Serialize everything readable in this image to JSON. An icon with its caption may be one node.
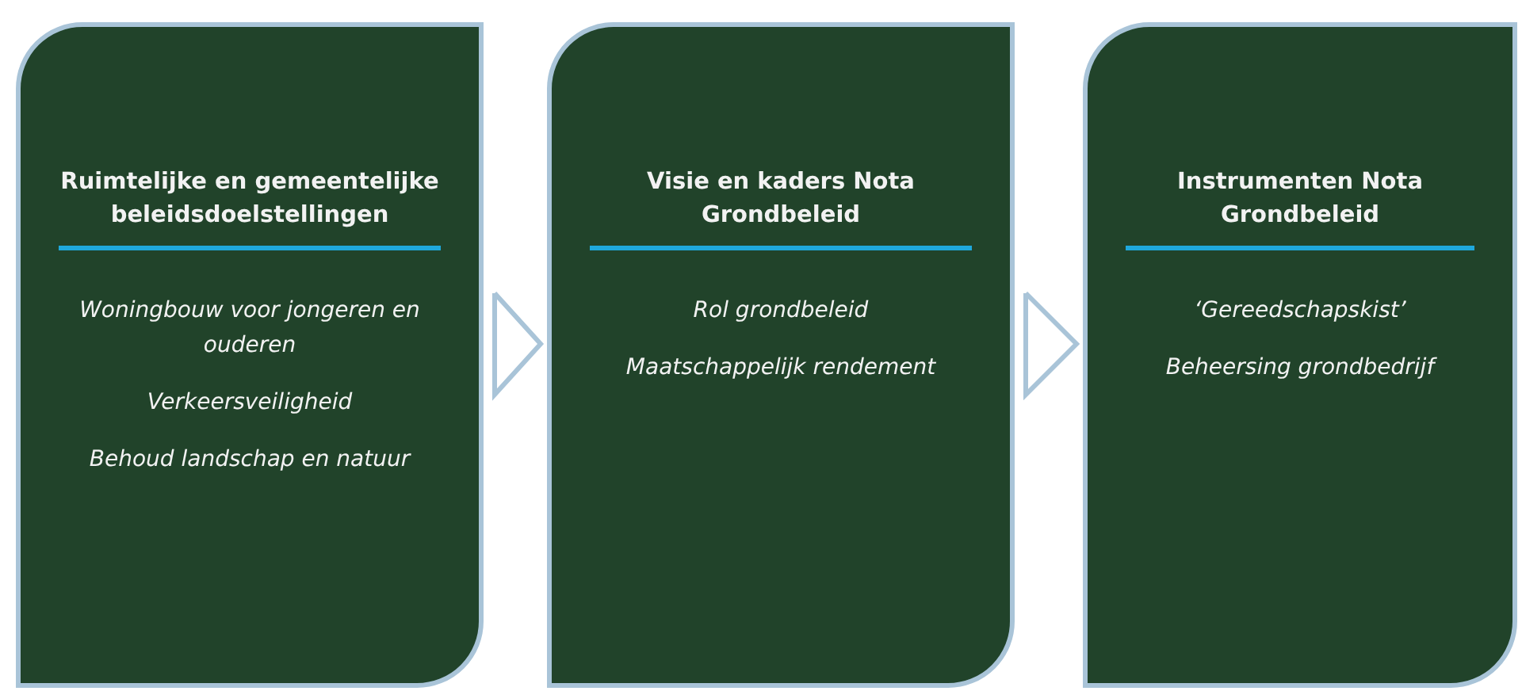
{
  "diagram": {
    "nodes": [
      {
        "text": [
          "Ruimtelijke en gemeentelijke beleidsdoelstellingen",
          "Woningbouw voor jongeren en ouderen",
          "Verkeersveiligheid",
          "Behoud landschap en natuur"
        ]
      },
      {
        "text": [
          "Visie en kaders Nota Grondbeleid",
          "Rol grondbeleid",
          "Maatschappelijk rendement"
        ]
      },
      {
        "text": [
          "Instrumenten Nota Grondbeleid",
          "‘Gereedschapskist’",
          "Beheersing grondbedrijf"
        ]
      }
    ],
    "edges": [
      {
        "from": 0,
        "to": 1,
        "arrow": "to"
      },
      {
        "from": 1,
        "to": 2,
        "arrow": "to"
      }
    ]
  }
}
